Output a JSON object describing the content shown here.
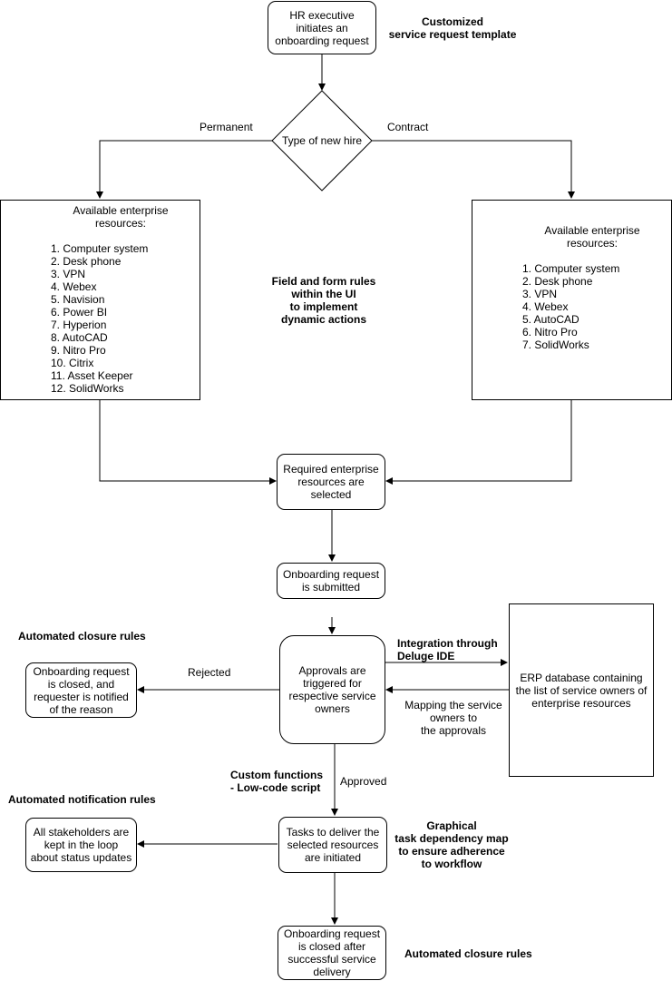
{
  "nodes": {
    "start": "HR executive initiates an onboarding request",
    "decision": "Type of new hire",
    "permanent_resources": {
      "title": "Available enterprise resources:",
      "items": [
        "1. Computer system",
        "2. Desk phone",
        "3. VPN",
        "4. Webex",
        "5. Navision",
        "6. Power BI",
        "7. Hyperion",
        "8. AutoCAD",
        "9. Nitro Pro",
        "10. Citrix",
        "11. Asset Keeper",
        "12. SolidWorks"
      ]
    },
    "contract_resources": {
      "title": "Available enterprise resources:",
      "items": [
        "1. Computer system",
        "2. Desk phone",
        "3. VPN",
        "4. Webex",
        "5. AutoCAD",
        "6. Nitro Pro",
        "7. SolidWorks"
      ]
    },
    "selected": "Required enterprise resources are selected",
    "submitted": "Onboarding request is submitted",
    "approvals": "Approvals are triggered for respective service owners",
    "erp": "ERP database containing the list of service owners of enterprise resources",
    "rejected_closed": "Onboarding request is closed, and requester is notified of the reason",
    "tasks": "Tasks to deliver the selected resources are initiated",
    "stakeholders": "All stakeholders are kept in the loop about status updates",
    "final": "Onboarding request is closed after successful service delivery"
  },
  "edge_labels": {
    "permanent": "Permanent",
    "contract": "Contract",
    "rejected": "Rejected",
    "approved": "Approved",
    "mapping": "Mapping the service\nowners to\nthe approvals"
  },
  "annotations": {
    "customized": "Customized\nservice request template",
    "field_rules": "Field and form rules\nwithin the UI\nto implement\ndynamic actions",
    "closure_top": "Automated closure rules",
    "integration": "Integration through\nDeluge IDE",
    "custom_functions": "Custom functions\n- Low-code script",
    "notification": "Automated notification rules",
    "graphical": "Graphical\ntask dependency map\nto ensure adherence\nto workflow",
    "closure_bottom": "Automated closure rules"
  }
}
